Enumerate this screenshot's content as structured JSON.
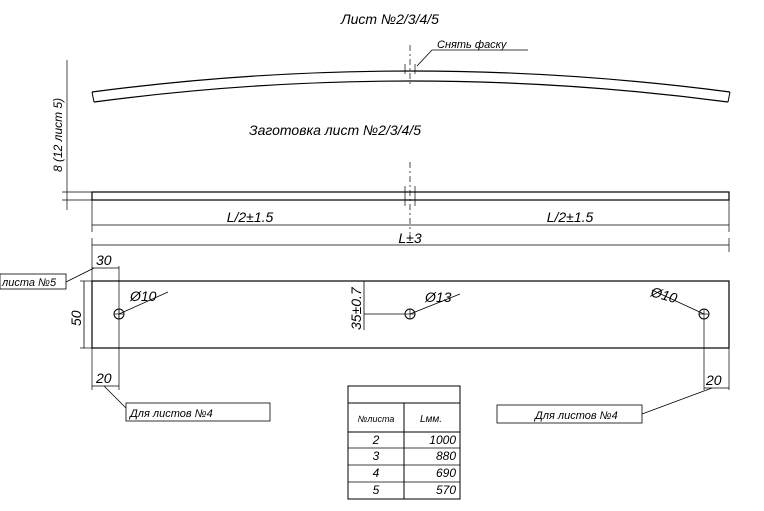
{
  "title": "Лист №2/3/4/5",
  "chamfer_label": "Снять фаску",
  "side_thickness": "8 (12 лист 5)",
  "blank_title": "Заготовка лист №2/3/4/5",
  "half_length_left": "L/2±1.5",
  "half_length_right": "L/2±1.5",
  "total_length": "L±3",
  "width": "50",
  "dim_30": "30",
  "dim_20_left": "20",
  "dim_20_right": "20",
  "hole_left": "Ø10",
  "hole_center": "Ø13",
  "hole_right": "Ø10",
  "center_offset": "35±0.7",
  "note_sheet5": "листа №5",
  "note_sheet4_left": "Для листов №4",
  "note_sheet4_right": "Для листов №4",
  "table": {
    "headers": [
      "№листа",
      "Lмм."
    ],
    "rows": [
      [
        "2",
        "1000"
      ],
      [
        "3",
        "880"
      ],
      [
        "4",
        "690"
      ],
      [
        "5",
        "570"
      ]
    ]
  }
}
